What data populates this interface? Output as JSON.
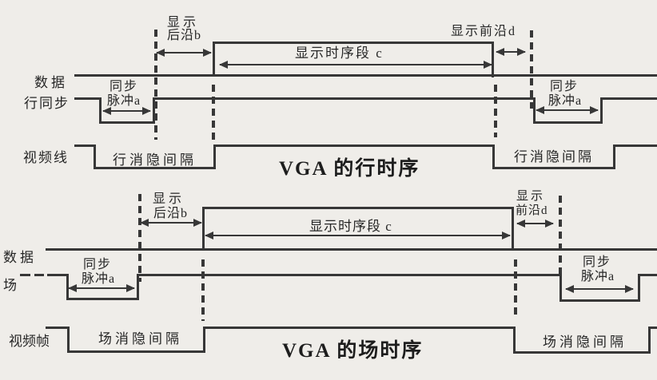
{
  "colors": {
    "background": "#efede9",
    "line": "#373737",
    "text": "#262626"
  },
  "top": {
    "title": "VGA 的行时序",
    "rows": {
      "data": "数据",
      "sync": "行同步",
      "video": "视频线"
    },
    "back_porch": {
      "l1": "显示",
      "l2": "后沿b"
    },
    "segment_c": "显示时序段 c",
    "front_porch": "显示前沿d",
    "pulse_left": {
      "l1": "同步",
      "l2": "脉冲a"
    },
    "pulse_right": {
      "l1": "同步",
      "l2": "脉冲a"
    },
    "blank_left": "行消隐间隔",
    "blank_right": "行消隐间隔"
  },
  "bottom": {
    "title": "VGA 的场时序",
    "rows": {
      "data": "数据",
      "sync": "场",
      "video": "视频帧"
    },
    "back_porch": {
      "l1": "显示",
      "l2": "后沿b"
    },
    "segment_c": "显示时序段 c",
    "front_porch": {
      "l1": "显示",
      "l2": "前沿d"
    },
    "pulse_left": {
      "l1": "同步",
      "l2": "脉冲a"
    },
    "pulse_right": {
      "l1": "同步",
      "l2": "脉冲a"
    },
    "blank_left": "场消隐间隔",
    "blank_right": "场消隐间隔"
  }
}
